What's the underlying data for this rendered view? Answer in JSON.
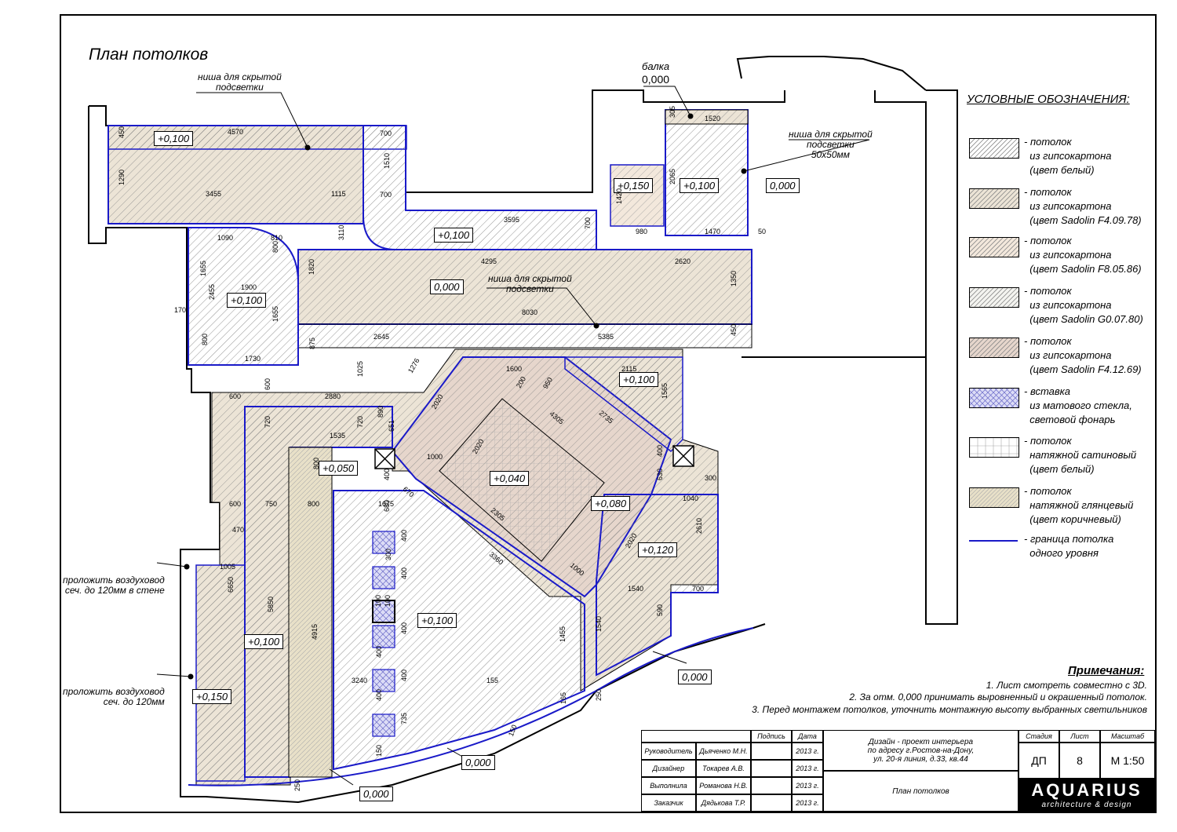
{
  "title": "План потолков",
  "callouts": {
    "niche1": "ниша для скрытой\nподсветки",
    "beam": "балка",
    "beam_level": "0,000",
    "niche2": "ниша для скрытой\nподсветки\n50x50мм",
    "niche3": "ниша для скрытой\nподсветки",
    "duct1": "проложить воздуховод\nсеч. до 120мм в стене",
    "duct2": "проложить воздуховод\nсеч. до 120мм"
  },
  "levels": [
    {
      "id": "l1",
      "text": "+0,100"
    },
    {
      "id": "l2",
      "text": "+0,100"
    },
    {
      "id": "l3",
      "text": "+0,150"
    },
    {
      "id": "l4",
      "text": "+0,100"
    },
    {
      "id": "l5",
      "text": "0,000"
    },
    {
      "id": "l6",
      "text": "+0,100"
    },
    {
      "id": "l7",
      "text": "0,000"
    },
    {
      "id": "l8",
      "text": "+0,100"
    },
    {
      "id": "l9",
      "text": "+0,050"
    },
    {
      "id": "l10",
      "text": "+0,040"
    },
    {
      "id": "l11",
      "text": "+0,080"
    },
    {
      "id": "l12",
      "text": "+0,120"
    },
    {
      "id": "l13",
      "text": "+0,100"
    },
    {
      "id": "l14",
      "text": "+0,100"
    },
    {
      "id": "l15",
      "text": "+0,150"
    },
    {
      "id": "l16",
      "text": "0,000"
    },
    {
      "id": "l17",
      "text": "0,000"
    },
    {
      "id": "l18",
      "text": "0,000"
    }
  ],
  "dimensions": [
    "450",
    "4570",
    "700",
    "1290",
    "3455",
    "1115",
    "1510",
    "700",
    "3595",
    "700",
    "1420",
    "2065",
    "305",
    "1520",
    "980",
    "1470",
    "50",
    "1090",
    "810",
    "800",
    "1655",
    "1900",
    "2455",
    "1655",
    "3110",
    "1820",
    "4295",
    "2620",
    "1350",
    "8030",
    "170",
    "800",
    "1730",
    "875",
    "2645",
    "5385",
    "450",
    "1025",
    "1276",
    "1600",
    "2115",
    "1565",
    "600",
    "600",
    "2880",
    "720",
    "1535",
    "720",
    "890",
    "651",
    "2020",
    "1000",
    "2020",
    "200",
    "950",
    "2735",
    "4305",
    "400",
    "300",
    "630",
    "1040",
    "2610",
    "670",
    "400",
    "680",
    "1675",
    "2305",
    "2020",
    "1000",
    "3360",
    "1540",
    "700",
    "590",
    "1540",
    "1455",
    "165",
    "250",
    "600",
    "750",
    "800",
    "800",
    "470",
    "1005",
    "6650",
    "5850",
    "4915",
    "400",
    "300",
    "400",
    "100",
    "100",
    "400",
    "400",
    "400",
    "400",
    "735",
    "3240",
    "155",
    "150",
    "150",
    "250"
  ],
  "legend": {
    "title": "УСЛОВНЫЕ ОБОЗНАЧЕНИЯ:",
    "items": [
      {
        "text": "- потолок\n  из гипсокартона\n  (цвет белый)",
        "fill": "#ffffff",
        "pattern": "hatch"
      },
      {
        "text": "- потолок\n  из гипсокартона\n  (цвет Sadolin F4.09.78)",
        "fill": "#ece4d6",
        "pattern": "hatch"
      },
      {
        "text": "- потолок\n  из гипсокартона\n  (цвет Sadolin F8.05.86)",
        "fill": "#f3e8dc",
        "pattern": "hatch"
      },
      {
        "text": "- потолок\n  из гипсокартона\n  (цвет Sadolin G0.07.80)",
        "fill": "#f4f4f0",
        "pattern": "hatch"
      },
      {
        "text": "- потолок\n  из гипсокартона\n  (цвет Sadolin F4.12.69)",
        "fill": "#e6d6cc",
        "pattern": "hatch"
      },
      {
        "text": "- вставка\n  из матового стекла,\n  световой фонарь",
        "fill": "#dcdcf6",
        "pattern": "cross"
      },
      {
        "text": "- потолок\n  натяжной сатиновый\n  (цвет белый)",
        "fill": "#ffffff",
        "pattern": "grid"
      },
      {
        "text": "- потолок\n  натяжной глянцевый\n  (цвет коричневый)",
        "fill": "#e8e0c8",
        "pattern": "dots"
      },
      {
        "text": "- граница потолка\n  одного уровня",
        "fill": "#1a1ac8",
        "pattern": "line"
      }
    ]
  },
  "notes": {
    "title": "Примечания:",
    "items": [
      "1. Лист смотреть совместно с 3D.",
      "2. За отм. 0,000 принимать выровненный и окрашенный потолок.",
      "3. Перед монтажем потолков, уточнить монтажную высоту выбранных светильников"
    ]
  },
  "title_block": {
    "col_sign": "Подпись",
    "col_date": "Дата",
    "rows": [
      {
        "role": "Руководитель",
        "name": "Дьяченко М.Н.",
        "date": "2013 г."
      },
      {
        "role": "Дизайнер",
        "name": "Токарев А.В.",
        "date": "2013 г."
      },
      {
        "role": "Выполнила",
        "name": "Романова Н.В.",
        "date": "2013 г."
      },
      {
        "role": "Заказчик",
        "name": "Дядькова Т.Р.",
        "date": "2013 г."
      }
    ],
    "project": "Дизайн - проект интерьера\nпо адресу г.Ростов-на-Дону,\nул. 20-я линия, д.33, кв.44",
    "sheet_name": "План  потолков",
    "stage_label": "Стадия",
    "stage": "ДП",
    "sheet_label": "Лист",
    "sheet": "8",
    "scale_label": "Масштаб",
    "scale": "М 1:50",
    "logo_main": "AQUARIUS",
    "logo_sub": "architecture & design"
  }
}
